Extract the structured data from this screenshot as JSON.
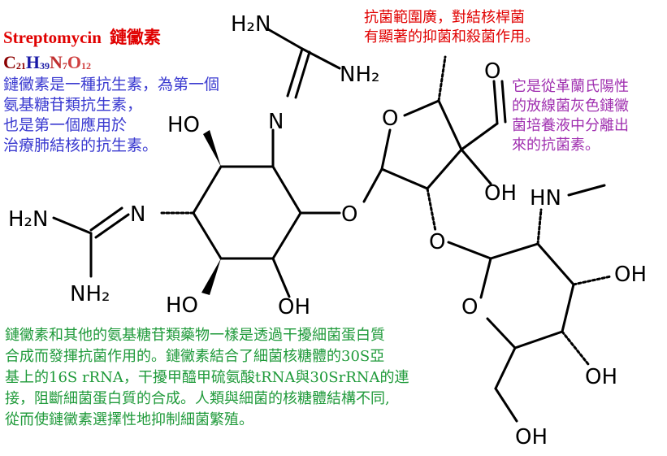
{
  "title": {
    "name_en": "Streptomycin",
    "name_zh": "鏈黴素"
  },
  "formula": {
    "parts": [
      {
        "el": "C",
        "n": "21",
        "color": "#8b0000"
      },
      {
        "el": "H",
        "n": "39",
        "color": "#1a1aa6"
      },
      {
        "el": "N",
        "n": "7",
        "color": "#c03030"
      },
      {
        "el": "O",
        "n": "12",
        "color": "#d04040"
      }
    ]
  },
  "descriptions": {
    "blue": [
      "鏈黴素是一種抗生素，為第一個",
      "氨基糖苷類抗生素，",
      "也是第一個應用於",
      "治療肺結核的抗生素。"
    ],
    "red": [
      "抗菌範圍廣，對結核桿菌",
      "有顯著的抑菌和殺菌作用。"
    ],
    "purple": [
      "它是從革蘭氏陽性",
      "的放線菌灰色鏈黴",
      "菌培養液中分離出",
      "來的抗菌素。"
    ],
    "green": [
      "鏈黴素和其他的氨基糖苷類藥物一樣是透過干擾細菌蛋白質",
      "合成而發揮抗菌作用的。鏈黴素結合了細菌核糖體的30S亞",
      "基上的16S rRNA，干擾甲醯甲硫氨酸tRNA與30SrRNA的連",
      "接，阻斷細菌蛋白質的合成。人類與細菌的核糖體結構不同,",
      "從而使鏈黴素選擇性地抑制細菌繁殖。"
    ]
  },
  "atoms": {
    "h2n_top": "H₂N",
    "nh2_top": "NH₂",
    "n_top": "N",
    "ho_1": "HO",
    "h2n_left": "H₂N",
    "n_left": "N",
    "nh2_left": "NH₂",
    "ho_2": "HO",
    "oh_1": "OH",
    "o_link1": "O",
    "o_ring1": "O",
    "o_ald": "O",
    "oh_2": "OH",
    "nh_me": "HN",
    "o_link2": "O",
    "o_ring2": "O",
    "oh_3": "OH",
    "oh_4": "OH",
    "oh_5": "OH"
  }
}
